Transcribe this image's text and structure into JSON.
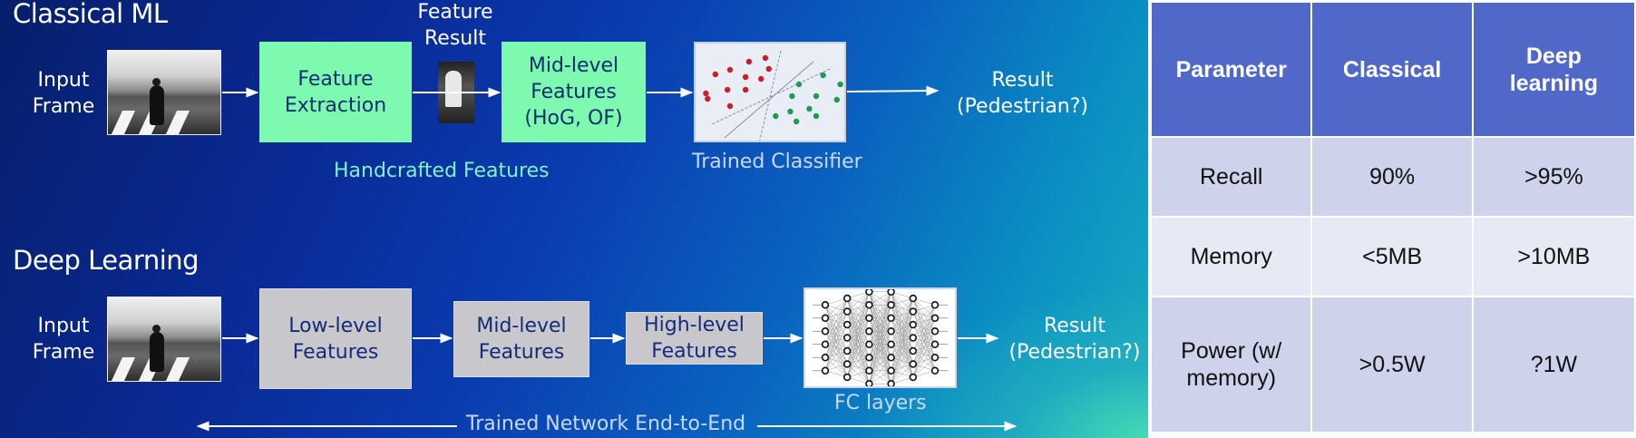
{
  "classical": {
    "title": "Classical ML",
    "input_label": "Input\nFrame",
    "feature_result_label": "Feature\nResult",
    "feature_extraction": "Feature\nExtraction",
    "mid_level": "Mid-level\nFeatures\n(HoG, OF)",
    "handcrafted_caption": "Handcrafted Features",
    "classifier_caption": "Trained Classifier",
    "result": "Result\n(Pedestrian?)",
    "colors": {
      "box": "#7dfaaf",
      "caption": "#7ff3c6"
    }
  },
  "deep": {
    "title": "Deep Learning",
    "input_label": "Input\nFrame",
    "low_level": "Low-level\nFeatures",
    "mid_level": "Mid-level\nFeatures",
    "high_level": "High-level\nFeatures",
    "fc_caption": "FC layers",
    "result": "Result\n(Pedestrian?)",
    "end_to_end": "Trained Network End-to-End",
    "fc_layer_sizes": [
      6,
      7,
      8,
      8,
      7,
      6
    ],
    "colors": {
      "box": "#c8c8cc"
    }
  },
  "classifier_plot": {
    "red_points": 12,
    "green_points": 11,
    "colors": {
      "red": "#c8202a",
      "green": "#1f9a55"
    }
  },
  "table": {
    "headers": [
      "Parameter",
      "Classical",
      "Deep\nlearning"
    ],
    "rows": [
      [
        "Recall",
        "90%",
        ">95%"
      ],
      [
        "Memory",
        "<5MB",
        ">10MB"
      ],
      [
        "Power (w/\nmemory)",
        ">0.5W",
        "?1W"
      ]
    ],
    "colors": {
      "header": "#5068c8",
      "row_dark": "#cfd2eb",
      "row_light": "#e7e9f4"
    }
  }
}
